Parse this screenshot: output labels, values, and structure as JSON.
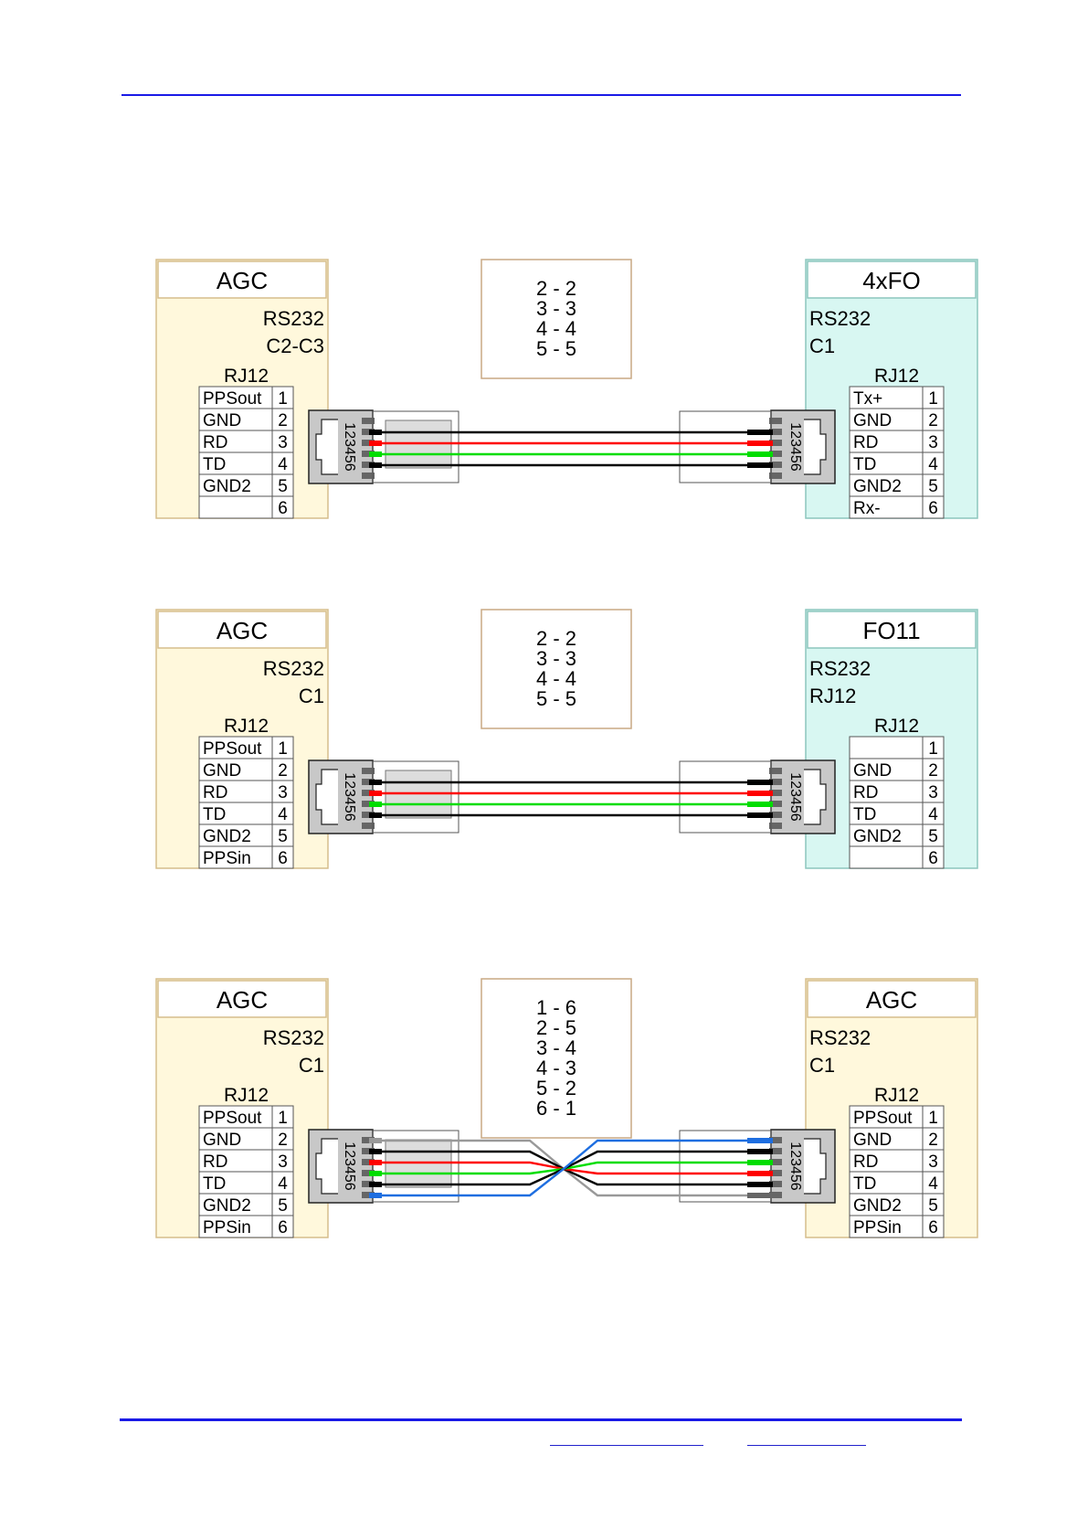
{
  "colors": {
    "rule": "#1a1ae6",
    "agc_fill": "#fff8dc",
    "agc_stroke": "#d6bd8c",
    "fo_fill": "#d8f7f2",
    "fo_stroke": "#8cc6bd",
    "note_stroke": "#c8a884",
    "wire_black": "#000000",
    "wire_red": "#ff0000",
    "wire_green": "#00dd00",
    "wire_blue": "#1e6ee0",
    "wire_gray": "#999999",
    "connector_body": "#c8c8c8",
    "pin": "#666666"
  },
  "diagrams": [
    {
      "left": {
        "title": "AGC",
        "line1": "RS232",
        "line2": "C2-C3",
        "align": "right",
        "theme": "agc",
        "connector": "RJ12",
        "pins": [
          {
            "name": "PPSout",
            "num": "1"
          },
          {
            "name": "GND",
            "num": "2"
          },
          {
            "name": "RD",
            "num": "3"
          },
          {
            "name": "TD",
            "num": "4"
          },
          {
            "name": "GND2",
            "num": "5"
          },
          {
            "name": "",
            "num": "6"
          }
        ]
      },
      "mapping": [
        "2 - 2",
        "3 - 3",
        "4 - 4",
        "5 - 5"
      ],
      "right": {
        "title": "4xFO",
        "line1": "RS232",
        "line2": "C1",
        "align": "left",
        "theme": "fo",
        "connector": "RJ12",
        "pins": [
          {
            "name": "Tx+",
            "num": "1"
          },
          {
            "name": "GND",
            "num": "2"
          },
          {
            "name": "RD",
            "num": "3"
          },
          {
            "name": "TD",
            "num": "4"
          },
          {
            "name": "GND2",
            "num": "5"
          },
          {
            "name": "Rx-",
            "num": "6"
          }
        ]
      },
      "plug_label": "123456",
      "wires": [
        {
          "from": 2,
          "to": 2,
          "color": "black"
        },
        {
          "from": 3,
          "to": 3,
          "color": "red"
        },
        {
          "from": 4,
          "to": 4,
          "color": "green"
        },
        {
          "from": 5,
          "to": 5,
          "color": "black"
        }
      ]
    },
    {
      "left": {
        "title": "AGC",
        "line1": "RS232",
        "line2": "C1",
        "align": "right",
        "theme": "agc",
        "connector": "RJ12",
        "pins": [
          {
            "name": "PPSout",
            "num": "1"
          },
          {
            "name": "GND",
            "num": "2"
          },
          {
            "name": "RD",
            "num": "3"
          },
          {
            "name": "TD",
            "num": "4"
          },
          {
            "name": "GND2",
            "num": "5"
          },
          {
            "name": "PPSin",
            "num": "6"
          }
        ]
      },
      "mapping": [
        "2 - 2",
        "3 - 3",
        "4 - 4",
        "5 - 5"
      ],
      "right": {
        "title": "FO11",
        "line1": "RS232",
        "line2": "RJ12",
        "align": "left",
        "theme": "fo",
        "connector": "RJ12",
        "pins": [
          {
            "name": "",
            "num": "1"
          },
          {
            "name": "GND",
            "num": "2"
          },
          {
            "name": "RD",
            "num": "3"
          },
          {
            "name": "TD",
            "num": "4"
          },
          {
            "name": "GND2",
            "num": "5"
          },
          {
            "name": "",
            "num": "6"
          }
        ]
      },
      "plug_label": "123456",
      "wires": [
        {
          "from": 2,
          "to": 2,
          "color": "black"
        },
        {
          "from": 3,
          "to": 3,
          "color": "red"
        },
        {
          "from": 4,
          "to": 4,
          "color": "green"
        },
        {
          "from": 5,
          "to": 5,
          "color": "black"
        }
      ]
    },
    {
      "left": {
        "title": "AGC",
        "line1": "RS232",
        "line2": "C1",
        "align": "right",
        "theme": "agc",
        "connector": "RJ12",
        "pins": [
          {
            "name": "PPSout",
            "num": "1"
          },
          {
            "name": "GND",
            "num": "2"
          },
          {
            "name": "RD",
            "num": "3"
          },
          {
            "name": "TD",
            "num": "4"
          },
          {
            "name": "GND2",
            "num": "5"
          },
          {
            "name": "PPSin",
            "num": "6"
          }
        ]
      },
      "mapping": [
        "1 - 6",
        "2 - 5",
        "3 - 4",
        "4 - 3",
        "5 - 2",
        "6 - 1"
      ],
      "right": {
        "title": "AGC",
        "line1": "RS232",
        "line2": "C1",
        "align": "left",
        "theme": "agc",
        "connector": "RJ12",
        "pins": [
          {
            "name": "PPSout",
            "num": "1"
          },
          {
            "name": "GND",
            "num": "2"
          },
          {
            "name": "RD",
            "num": "3"
          },
          {
            "name": "TD",
            "num": "4"
          },
          {
            "name": "GND2",
            "num": "5"
          },
          {
            "name": "PPSin",
            "num": "6"
          }
        ]
      },
      "plug_label": "123456",
      "wires": [
        {
          "from": 1,
          "to": 6,
          "color": "gray"
        },
        {
          "from": 2,
          "to": 5,
          "color": "black"
        },
        {
          "from": 3,
          "to": 4,
          "color": "red"
        },
        {
          "from": 4,
          "to": 3,
          "color": "green"
        },
        {
          "from": 5,
          "to": 2,
          "color": "black"
        },
        {
          "from": 6,
          "to": 1,
          "color": "blue"
        }
      ]
    }
  ]
}
